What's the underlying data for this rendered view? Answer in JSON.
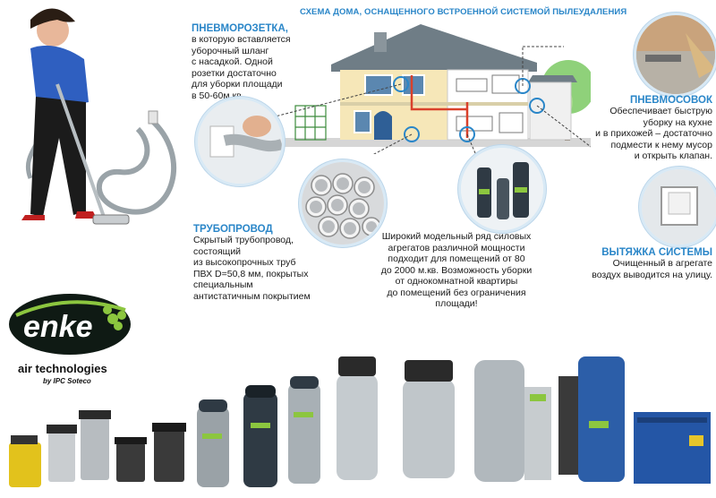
{
  "header": {
    "title": "СХЕМА ДОМА, ОСНАЩЕННОГО ВСТРОЕННОЙ СИСТЕМОЙ ПЫЛЕУДАЛЕНИЯ"
  },
  "outlet": {
    "heading": "ПНЕВМОРОЗЕТКА,",
    "lines": [
      "в которую вставляется",
      "уборочный шланг",
      "с насадкой. Одной",
      "розетки достаточно",
      "для уборки площади",
      "в 50-60м.кв."
    ]
  },
  "pipe": {
    "heading": "ТРУБОПРОВОД",
    "lines": [
      "Скрытый трубопровод,",
      "состоящий",
      "из высокопрочных труб",
      "ПВХ D=50,8 мм, покрытых",
      "специальным",
      "антистатичным покрытием"
    ]
  },
  "units": {
    "lines": [
      "Широкий модельный ряд силовых",
      "агрегатов различной мощности",
      "подходит для помещений от 80",
      "до 2000 м.кв. Возможность уборки",
      "от однокомнатной квартиры",
      "до помещений без ограничения",
      "площади!"
    ]
  },
  "dustpan": {
    "heading": "ПНЕВМОСОВОК",
    "lines": [
      "Обеспечивает быструю",
      "уборку на кухне",
      "и в прихожей – достаточно",
      "подмести к нему мусор",
      "и открыть клапан."
    ]
  },
  "exhaust": {
    "heading": "ВЫТЯЖКА СИСТЕМЫ",
    "lines": [
      "Очищенный в агрегате",
      "воздух выводится на улицу."
    ]
  },
  "logo": {
    "brand": "enke",
    "tagline": "air technologies",
    "sub": "by IPC Soteco"
  },
  "colors": {
    "accent": "#2a86c8",
    "logo_bg": "#0f1a14",
    "logo_green": "#8cc63f"
  }
}
